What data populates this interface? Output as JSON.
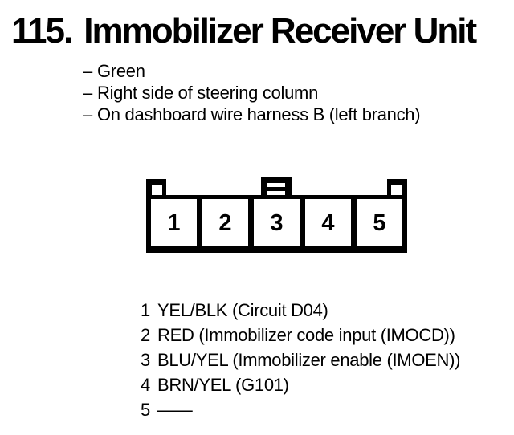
{
  "colors": {
    "ink": "#000000",
    "paper": "#ffffff"
  },
  "heading": {
    "number": "115.",
    "title": "Immobilizer Receiver Unit"
  },
  "details": {
    "bullet": "–",
    "items": [
      "Green",
      "Right side of steering column",
      "On dashboard wire harness B (left branch)"
    ]
  },
  "connector": {
    "description": "5-cavity connector, front view",
    "pins": [
      "1",
      "2",
      "3",
      "4",
      "5"
    ]
  },
  "pinout": [
    {
      "pin": "1",
      "description": "YEL/BLK (Circuit D04)"
    },
    {
      "pin": "2",
      "description": "RED (Immobilizer code input (IMOCD))"
    },
    {
      "pin": "3",
      "description": "BLU/YEL (Immobilizer enable (IMOEN))"
    },
    {
      "pin": "4",
      "description": "BRN/YEL (G101)"
    },
    {
      "pin": "5",
      "description": "——"
    }
  ]
}
